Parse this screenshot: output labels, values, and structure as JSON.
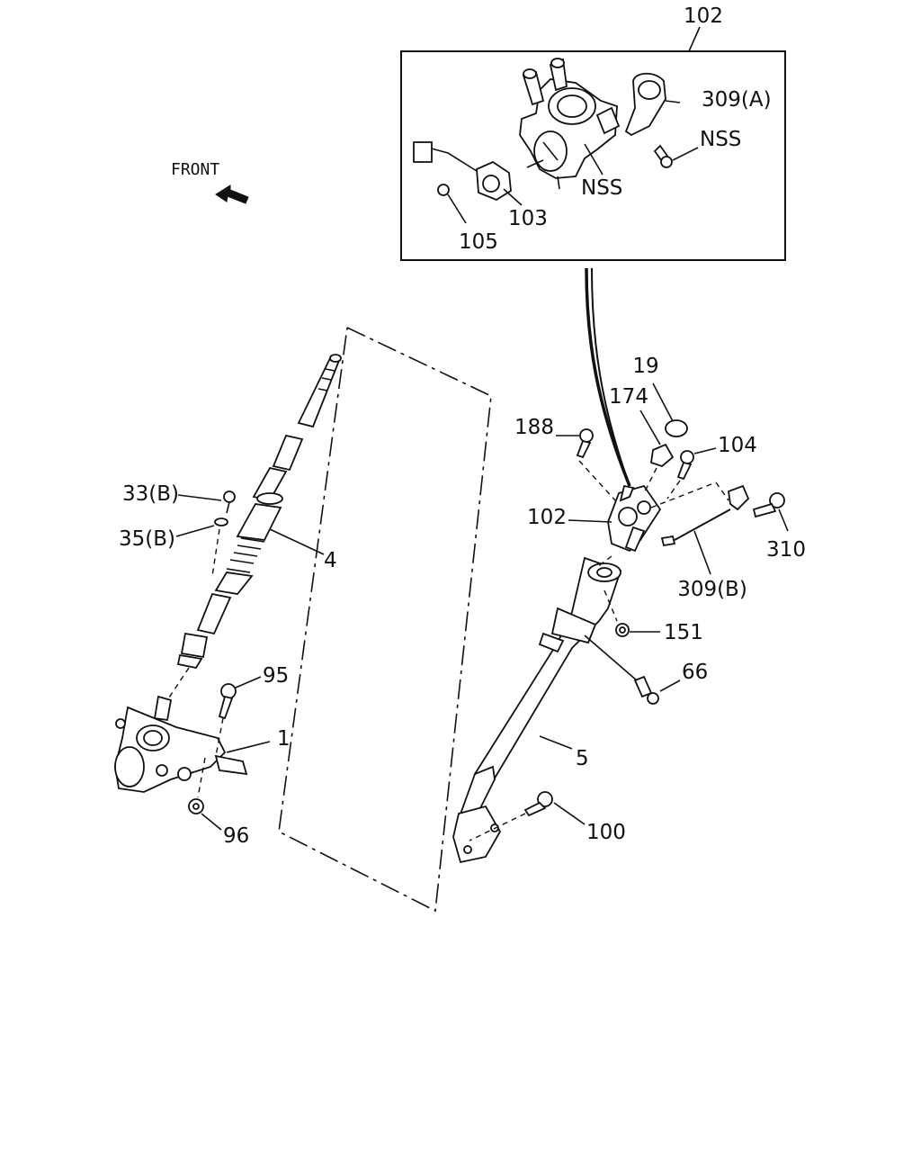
{
  "diagram": {
    "front_label": "FRONT",
    "callouts": {
      "c102_top": "102",
      "c309a": "309(A)",
      "nss_1": "NSS",
      "nss_2": "NSS",
      "c103": "103",
      "c105": "105",
      "c19": "19",
      "c174": "174",
      "c188": "188",
      "c104": "104",
      "c102_mid": "102",
      "c310": "310",
      "c309b": "309(B)",
      "c151": "151",
      "c66": "66",
      "c5": "5",
      "c100": "100",
      "c33b": "33(B)",
      "c35b": "35(B)",
      "c4": "4",
      "c95": "95",
      "c1": "1",
      "c96": "96"
    },
    "colors": {
      "line": "#111111",
      "background": "#ffffff"
    }
  }
}
